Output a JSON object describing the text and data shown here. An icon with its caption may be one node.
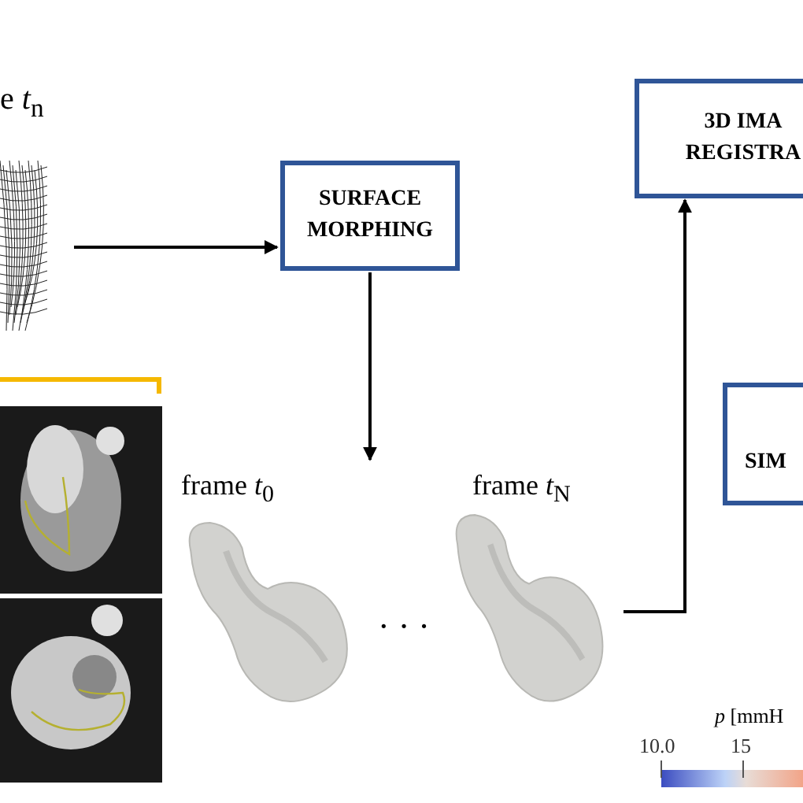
{
  "diagram": {
    "nodes": [
      {
        "text": [],
        "shape": "picture",
        "beside": [
          "e *t*$_{n}$"
        ]
      },
      {
        "text": [
          "SURFACE MORPHING"
        ]
      },
      {
        "text": [],
        "shape": "picture",
        "beside": [
          "frame *t*$_{0}$"
        ]
      },
      {
        "text": [],
        "shape": "picture",
        "beside": [
          "frame *t*$_{N}$"
        ]
      },
      {
        "text": [
          "3D IMA REGISTRA"
        ]
      },
      {
        "text": [
          "SIM"
        ]
      },
      {
        "text": [],
        "shape": "picture"
      },
      {
        "text": [],
        "shape": "picture"
      }
    ],
    "edges": [
      {
        "from": 0,
        "to": 1,
        "arrow": "to"
      },
      {
        "from": 1,
        "to": null,
        "arrow": "to"
      },
      {
        "from": 3,
        "to": 4,
        "arrow": "to"
      }
    ],
    "labels": [
      "· · ·",
      "*p* [mmH",
      "10.0",
      "15"
    ]
  }
}
